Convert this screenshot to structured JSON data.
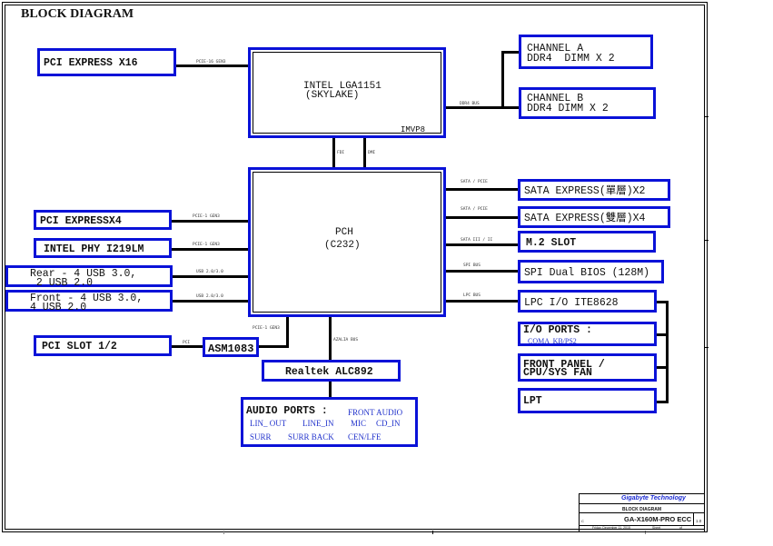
{
  "title": "BLOCK DIAGRAM",
  "cpu": {
    "line1": "INTEL LGA1151",
    "line2": "(SKYLAKE)",
    "vr": "IMVP8"
  },
  "pch": {
    "line1": "PCH",
    "line2": "(C232)"
  },
  "left_blocks": [
    {
      "label1": "PCI EXPRESS X16",
      "label2": "",
      "bus": "PCIE-16 GEN3"
    },
    {
      "label1": "PCI EXPRESSX4",
      "label2": "",
      "bus": "PCIE-1 GEN3"
    },
    {
      "label1": "INTEL PHY I219LM",
      "label2": "",
      "bus": "PCIE-1 GEN3"
    },
    {
      "label1": "Rear - 4 USB 3.0,",
      "label2": " 2 USB 2.0",
      "bus": "USB 2.0/3.0"
    },
    {
      "label1": "Front - 4 USB 3.0,",
      "label2": "4 USB 2.0",
      "bus": "USB 2.0/3.0"
    }
  ],
  "pci_slot": {
    "label": "PCI SLOT 1/2",
    "bus": "PCI"
  },
  "asm": {
    "label": "ASM1083",
    "bus": "PCIE-1 GEN3"
  },
  "codec": {
    "label": "Realtek ALC892",
    "bus": "AZALIA BUS"
  },
  "audio_ports": {
    "heading": "AUDIO PORTS :",
    "items": [
      "FRONT AUDIO",
      "LIN_ OUT",
      "LINE_IN",
      "MIC",
      "CD_IN",
      "SURR",
      "SURR BACK",
      "CEN/LFE"
    ]
  },
  "cpu_pch_links": [
    "FDI",
    "DMI"
  ],
  "memory": {
    "bus": "DDR4 BUS",
    "channels": [
      {
        "line1": "CHANNEL A",
        "line2": "DDR4  DIMM X 2"
      },
      {
        "line1": "CHANNEL B",
        "line2": "DDR4 DIMM X 2"
      }
    ]
  },
  "right_blocks": [
    {
      "label": "SATA EXPRESS(單層)X2",
      "bus": "SATA / PCIE"
    },
    {
      "label": "SATA EXPRESS(雙層)X4",
      "bus": "SATA / PCIE"
    },
    {
      "label": "M.2 SLOT",
      "bus": "SATA III / II"
    },
    {
      "label": "SPI Dual BIOS (128M)",
      "bus": "SPI BUS"
    },
    {
      "label": "LPC I/O ITE8628",
      "bus": "LPC BUS"
    }
  ],
  "sio_blocks": [
    {
      "line1": "I/O PORTS :",
      "line2": "COMA  KB/PS2"
    },
    {
      "line1": "FRONT PANEL /",
      "line2": "CPU/SYS FAN"
    },
    {
      "line1": "LPT",
      "line2": ""
    }
  ],
  "title_block": {
    "company": "Gigabyte Technology",
    "sheet_title": "BLOCK DIAGRAM",
    "doc_number": "GA-X160M-PRO ECC",
    "rev": "1.0",
    "size": "C",
    "date": "Friday, December 11, 2015",
    "sheet_label": "Sheet",
    "of_label": "of"
  }
}
